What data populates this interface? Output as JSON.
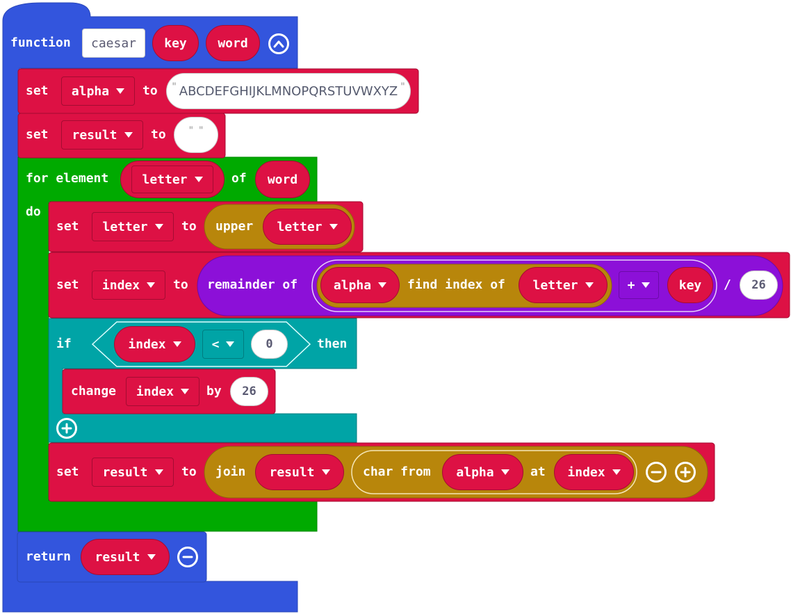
{
  "function_block": {
    "keyword": "function",
    "name": "caesar",
    "params": [
      "key",
      "word"
    ]
  },
  "statements": {
    "set_keyword": "set",
    "to_keyword": "to",
    "var_alpha": "alpha",
    "alpha_value": "ABCDEFGHIJKLMNOPQRSTUVWXYZ",
    "var_result": "result",
    "empty_string": " ",
    "for_label": "for element",
    "for_var": "letter",
    "of_keyword": "of",
    "for_source": "word",
    "do_keyword": "do",
    "var_letter": "letter",
    "upper_label": "upper",
    "var_index": "index",
    "remainder_label": "remainder of",
    "find_index_label": "find index of",
    "plus_op": "+",
    "key_param": "key",
    "divide_op": "/",
    "modulus": "26",
    "if_keyword": "if",
    "lt_op": "<",
    "zero": "0",
    "then_keyword": "then",
    "change_keyword": "change",
    "by_keyword": "by",
    "change_amount": "26",
    "join_label": "join",
    "char_from_label": "char from",
    "at_keyword": "at",
    "return_keyword": "return"
  },
  "colors": {
    "functions": "#3355dd",
    "variables": "#dd1144",
    "loops": "#00aa00",
    "text": "#b8860b",
    "math": "#8c10d8",
    "logic": "#00a4a6"
  },
  "icons": [
    "collapse-icon",
    "plus-icon",
    "minus-icon"
  ]
}
